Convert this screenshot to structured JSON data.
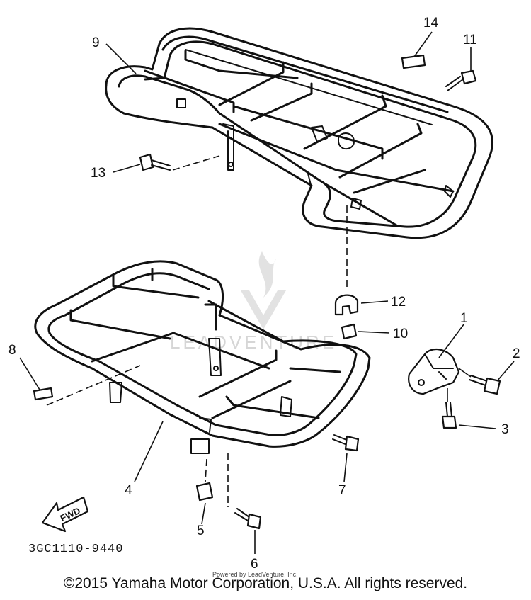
{
  "callouts": {
    "c1": "1",
    "c2": "2",
    "c3": "3",
    "c4": "4",
    "c5": "5",
    "c6": "6",
    "c7": "7",
    "c8": "8",
    "c9": "9",
    "c10": "10",
    "c11": "11",
    "c12": "12",
    "c13": "13",
    "c14": "14"
  },
  "drawing_code": "3GC1110-9440",
  "fwd_label": "FWD",
  "watermark": {
    "brand": "LEADVENTURE",
    "small_text": "Powered by LeadVenture, Inc."
  },
  "copyright": "©2015 Yamaha Motor Corporation, U.S.A. All rights reserved."
}
